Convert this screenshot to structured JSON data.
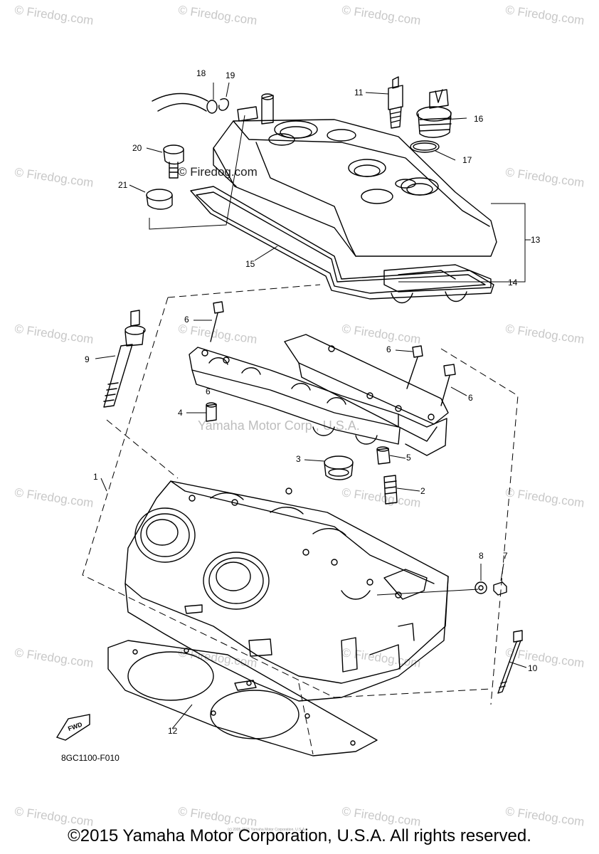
{
  "watermark": {
    "text": "© Firedog.com",
    "center_text": "Yamaha Motor Corp., U.S.A.",
    "inline_text": "© Firedog.com"
  },
  "diagram": {
    "code": "8GC1100-F010",
    "fwd_label": "FWD",
    "callouts": [
      "1",
      "2",
      "3",
      "4",
      "5",
      "6",
      "6",
      "6",
      "6",
      "7",
      "8",
      "9",
      "10",
      "11",
      "12",
      "13",
      "14",
      "15",
      "16",
      "17",
      "18",
      "19",
      "20",
      "21"
    ]
  },
  "footer": {
    "copyright": "©2015 Yamaha Motor Corporation, U.S.A. All rights reserved.",
    "tiny_copyright": "(c) 2005-2015 Yamaha Motor Corporation, U.S.A."
  }
}
